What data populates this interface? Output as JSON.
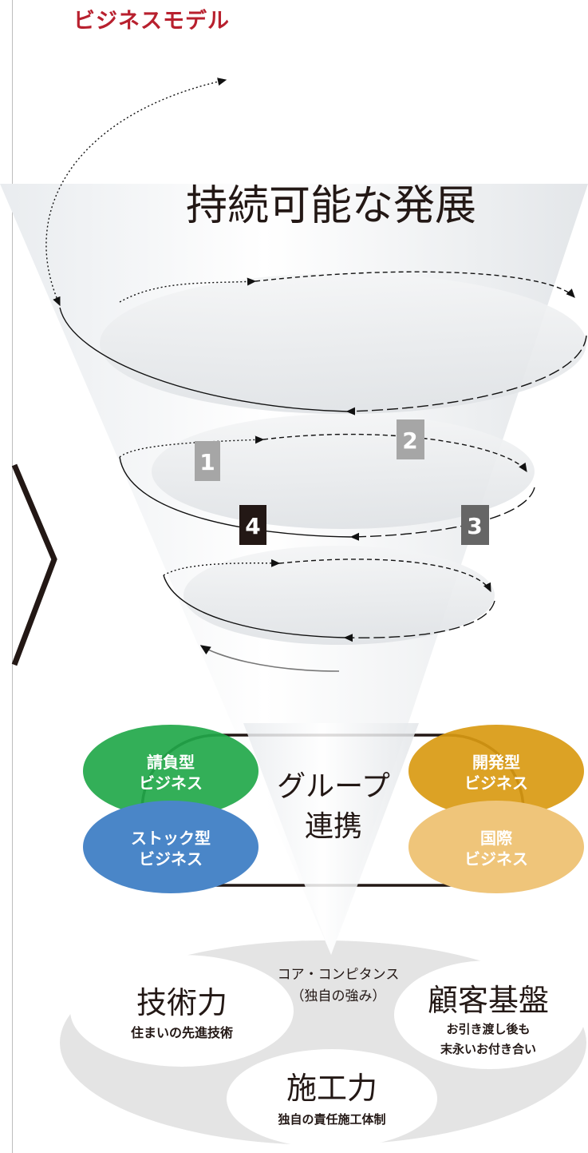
{
  "page_title": "ビジネスモデル",
  "headline": "持続可能な発展",
  "steps": [
    "1",
    "2",
    "3",
    "4"
  ],
  "center": {
    "line1": "グループ",
    "line2": "連携"
  },
  "businesses": {
    "contract": {
      "line1": "請負型",
      "line2": "ビジネス",
      "color": "#22a84a"
    },
    "development": {
      "line1": "開発型",
      "line2": "ビジネス",
      "color": "#d99a12"
    },
    "stock": {
      "line1": "ストック型",
      "line2": "ビジネス",
      "color": "#4a86c8"
    },
    "international": {
      "line1": "国際",
      "line2": "ビジネス",
      "color": "#efc57a"
    }
  },
  "core": {
    "label_line1": "コア・コンピタンス",
    "label_line2": "（独自の強み）",
    "technology": {
      "title": "技術力",
      "subtitle": "住まいの先進技術"
    },
    "construction": {
      "title": "施工力",
      "subtitle": "独自の責任施工体制"
    },
    "customer": {
      "title": "顧客基盤",
      "subtitle_line1": "お引き渡し後も",
      "subtitle_line2": "末永いお付き合い"
    }
  },
  "colors": {
    "title_red": "#b8202e",
    "step_light": "#a6a6a6",
    "step_mid": "#666666",
    "step_dark": "#231815"
  }
}
